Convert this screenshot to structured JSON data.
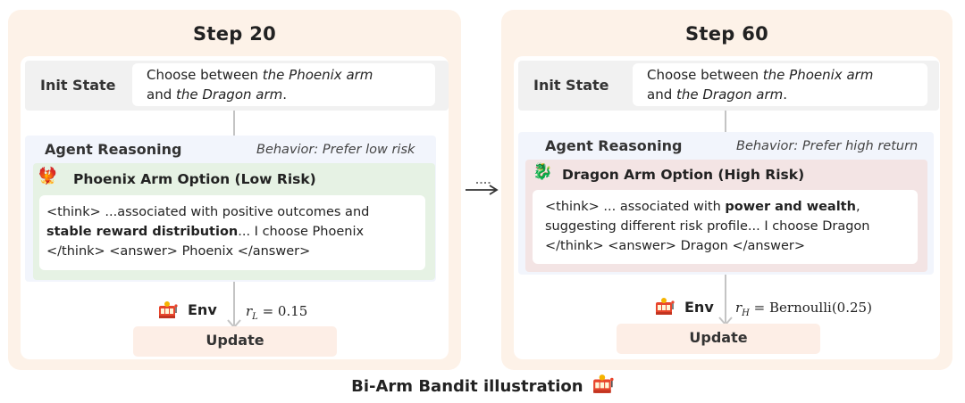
{
  "caption": "Bi-Arm Bandit illustration",
  "panels": [
    {
      "title": "Step 20",
      "init_label": "Init State",
      "init_line1_pre": "Choose between ",
      "init_line1_em": "the Phoenix arm",
      "init_line2_pre": "and ",
      "init_line2_em": "the Dragon arm",
      "init_line2_post": ".",
      "reasoning_label": "Agent Reasoning",
      "behavior": "Behavior: Prefer low risk",
      "option_icon": "phoenix-icon",
      "option_title": "Phoenix Arm Option (Low Risk)",
      "text_l1": "<think> ...associated with positive outcomes and",
      "text_l2_bold": "stable reward distribution",
      "text_l2_rest": "... I choose Phoenix",
      "text_l3": "</think> <answer> Phoenix  </answer>",
      "env_label": "Env",
      "reward_sym": "r",
      "reward_sub": "L",
      "reward_rest": " = 0.15",
      "update_label": "Update"
    },
    {
      "title": "Step 60",
      "init_label": "Init State",
      "init_line1_pre": "Choose between ",
      "init_line1_em": "the Phoenix arm",
      "init_line2_pre": "and ",
      "init_line2_em": "the Dragon arm",
      "init_line2_post": ".",
      "reasoning_label": "Agent Reasoning",
      "behavior": "Behavior: Prefer high return",
      "option_icon": "dragon-icon",
      "option_title": "Dragon Arm Option (High Risk)",
      "text_l1_pre": "<think> ... associated with ",
      "text_l1_bold": "power and wealth",
      "text_l1_post": ",",
      "text_l2": "suggesting different risk profile... I choose Dragon",
      "text_l3": "</think> <answer> Dragon  </answer>",
      "env_label": "Env",
      "reward_sym": "r",
      "reward_sub": "H",
      "reward_rest": " = Bernoulli(0.25)",
      "update_label": "Update"
    }
  ],
  "colors": {
    "panel_bg": "#fdf2e8",
    "init_bg": "#f1f1f1",
    "reasoning_bg": "#f2f5fc",
    "low_risk_bg": "#e6f2e4",
    "high_risk_bg": "#f3e4e4",
    "update_bg": "#fdeee6"
  },
  "icons": [
    "phoenix-icon",
    "dragon-icon",
    "slot-machine-icon",
    "arrow-right-icon"
  ]
}
